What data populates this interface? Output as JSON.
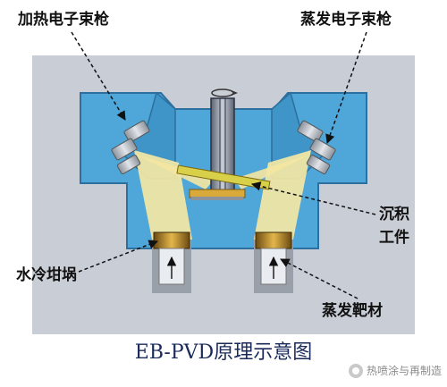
{
  "title": "EB-PVD原理示意图",
  "labels": {
    "heating_gun": "加热电子束枪",
    "evaporation_gun": "蒸发电子束枪",
    "workpiece_line1": "沉积",
    "workpiece_line2": "工件",
    "crucible": "水冷坩埚",
    "target": "蒸发靶材"
  },
  "watermark": "热喷涂与再制造",
  "colors": {
    "background_frame": "#c9cdd6",
    "chamber": "#4fa6d8",
    "chamber_edge": "#2d6f9e",
    "beam": "#f4e7a3",
    "gold": "#d9a93a",
    "steel": "#b7bcc4"
  }
}
